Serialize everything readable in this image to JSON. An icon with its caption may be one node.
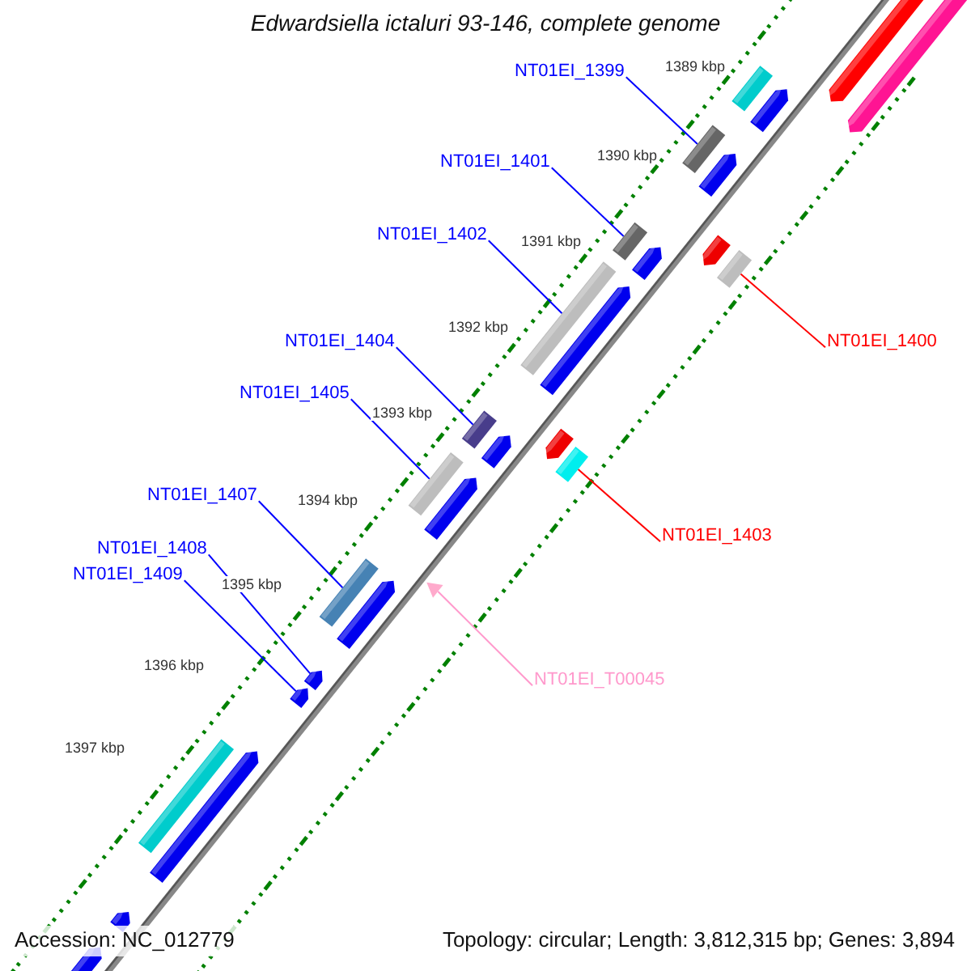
{
  "diagram": {
    "title": "Edwardsiella ictaluri 93-146, complete genome",
    "nodes": [
      {
        "text": [
          "NT01EI_1399"
        ]
      },
      {
        "text": [],
        "shape": "bar"
      },
      {
        "text": [
          "NT01EI_1401"
        ]
      },
      {
        "text": [],
        "shape": "bar"
      },
      {
        "text": [
          "NT01EI_1402"
        ]
      },
      {
        "text": [],
        "shape": "bar"
      },
      {
        "text": [
          "NT01EI_1400"
        ]
      },
      {
        "text": [],
        "shape": "bar"
      },
      {
        "text": [
          "NT01EI_1404"
        ]
      },
      {
        "text": [],
        "shape": "bar"
      },
      {
        "text": [
          "NT01EI_1405"
        ]
      },
      {
        "text": [],
        "shape": "bar"
      },
      {
        "text": [
          "NT01EI_1403"
        ]
      },
      {
        "text": [],
        "shape": "bar"
      },
      {
        "text": [
          "NT01EI_1407"
        ]
      },
      {
        "text": [],
        "shape": "bar"
      },
      {
        "text": [
          "NT01EI_1408"
        ]
      },
      {
        "text": [],
        "shape": "pentagon"
      },
      {
        "text": [
          "NT01EI_1409"
        ]
      },
      {
        "text": [],
        "shape": "pentagon"
      },
      {
        "text": [
          "NT01EI_T00045"
        ]
      },
      {
        "text": [],
        "shape": "triangle"
      }
    ],
    "edges": [
      {
        "from": 0,
        "to": 1,
        "arrow": "none"
      },
      {
        "from": 2,
        "to": 3,
        "arrow": "none"
      },
      {
        "from": 4,
        "to": 5,
        "arrow": "none"
      },
      {
        "from": 6,
        "to": 7,
        "arrow": "none",
        "color": "#ff0000"
      },
      {
        "from": 8,
        "to": 9,
        "arrow": "none"
      },
      {
        "from": 10,
        "to": 11,
        "arrow": "none"
      },
      {
        "from": 12,
        "to": 13,
        "arrow": "none",
        "color": "#ff0000"
      },
      {
        "from": 14,
        "to": 15,
        "arrow": "none"
      },
      {
        "from": 16,
        "to": 17,
        "arrow": "none"
      },
      {
        "from": 18,
        "to": 19,
        "arrow": "none"
      },
      {
        "from": 20,
        "to": 21,
        "arrow": "none",
        "color": "#ff99cc"
      }
    ],
    "labels": [
      "1389 kbp",
      "1390 kbp",
      "1391 kbp",
      "1392 kbp",
      "1393 kbp",
      "1394 kbp",
      "1395 kbp",
      "1396 kbp",
      "1397 kbp",
      "Accession: NC_012779",
      "Topology: circular; Length: 3,812,315 bp; Genes: 3,894"
    ]
  }
}
